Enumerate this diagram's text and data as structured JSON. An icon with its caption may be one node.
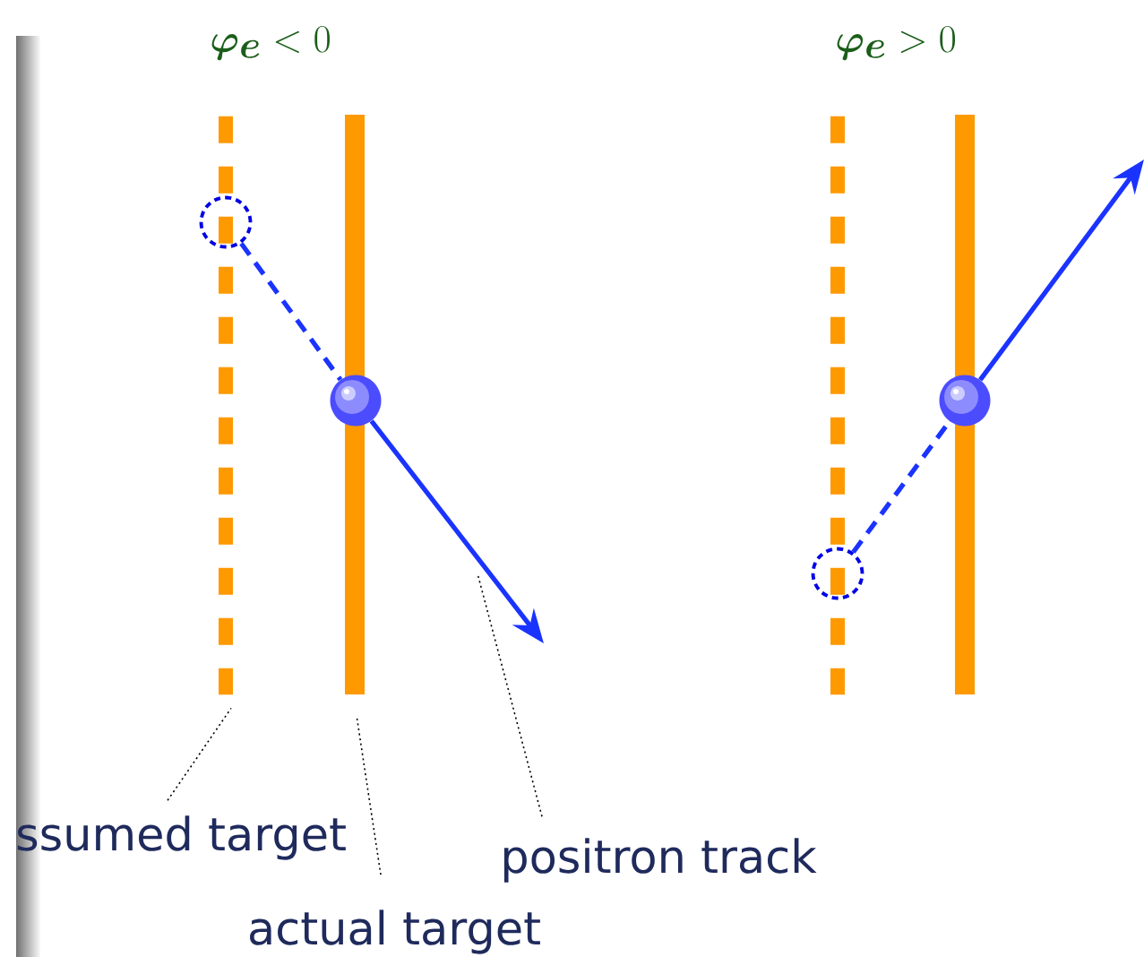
{
  "diagram": {
    "nodes": [
      {
        "text": [
          "ssumed target"
        ]
      },
      {
        "text": [],
        "shape": "bar"
      },
      {
        "text": [
          "actual target"
        ]
      },
      {
        "text": [],
        "shape": "bar"
      },
      {
        "text": [
          "positron track"
        ]
      },
      {
        "text": [],
        "shape": "circle"
      },
      {
        "text": [],
        "shape": "circle"
      },
      {
        "text": [],
        "shape": "bar"
      },
      {
        "text": [],
        "shape": "bar"
      },
      {
        "text": [],
        "shape": "circle"
      },
      {
        "text": [],
        "shape": "circle"
      }
    ],
    "edges": [
      {
        "from": 0,
        "to": 1,
        "arrow": "none",
        "style": "dashed",
        "color": "#000000"
      },
      {
        "from": 2,
        "to": 3,
        "arrow": "none",
        "style": "dashed",
        "color": "#000000"
      },
      {
        "from": 4,
        "to": null,
        "arrow": "none",
        "style": "dashed",
        "color": "#000000"
      },
      {
        "from": 5,
        "to": 6,
        "arrow": "none",
        "style": "dashed"
      },
      {
        "from": 6,
        "to": null,
        "arrow": "to"
      },
      {
        "from": 9,
        "to": 10,
        "arrow": "none",
        "style": "dashed"
      },
      {
        "from": 10,
        "to": null,
        "arrow": "to"
      }
    ],
    "labels": [
      "\\boldsymbol{\\varphi_e} < 0",
      "\\boldsymbol{\\varphi_e} > 0"
    ]
  }
}
